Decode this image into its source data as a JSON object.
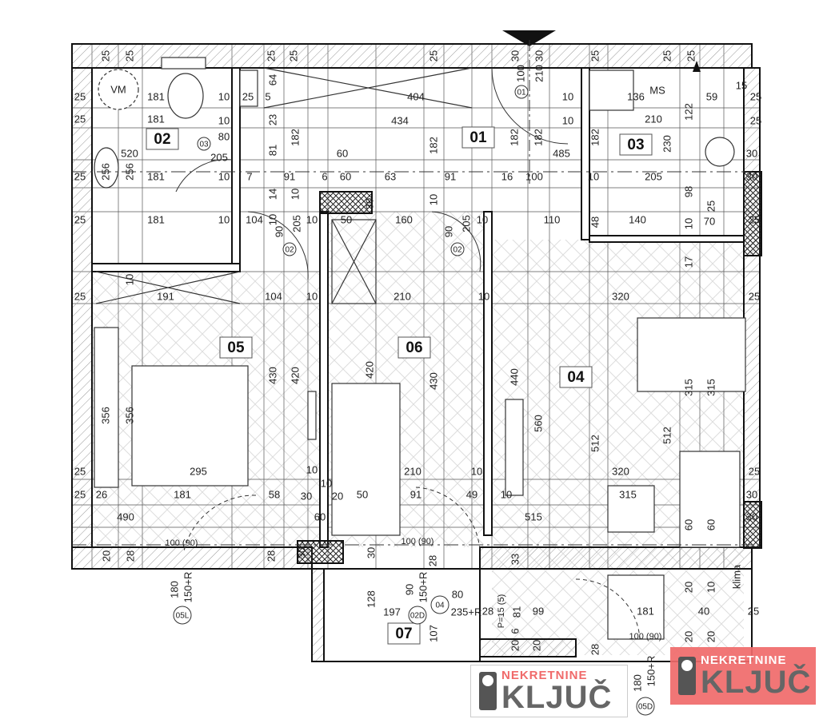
{
  "colors": {
    "wall": "#111111",
    "hatch": "#888888",
    "logo_red": "#f06a6a",
    "logo_grey": "#666666"
  },
  "rooms": {
    "r01": "01",
    "r02": "02",
    "r03": "03",
    "r04": "04",
    "r05": "05",
    "r06": "06",
    "r07": "07"
  },
  "fixtures": {
    "washing_machine": "VM",
    "dishwasher": "MS",
    "klima": "klima"
  },
  "tags": {
    "door_01": "01",
    "door_03": "03",
    "door_02a": "02",
    "door_02b": "02",
    "window_05L": "05L",
    "window_02D": "02D",
    "window_05D": "05D",
    "window_04": "04"
  },
  "dims": [
    "25",
    "25",
    "25",
    "25",
    "25",
    "30",
    "30",
    "25",
    "25",
    "25",
    "25",
    "181",
    "10",
    "25",
    "5",
    "64",
    "404",
    "100",
    "210",
    "10",
    "136",
    "59",
    "15",
    "25",
    "25",
    "181",
    "10",
    "23",
    "434",
    "10",
    "210",
    "122",
    "25",
    "182",
    "81",
    "80",
    "205",
    "520",
    "60",
    "182",
    "182",
    "182",
    "485",
    "182",
    "230",
    "30",
    "25",
    "256",
    "256",
    "181",
    "10",
    "7",
    "91",
    "6",
    "60",
    "63",
    "91",
    "16",
    "100",
    "10",
    "205",
    "30",
    "14",
    "10",
    "30",
    "10",
    "98",
    "25",
    "181",
    "10",
    "104",
    "10",
    "90",
    "205",
    "10",
    "50",
    "160",
    "90",
    "205",
    "10",
    "110",
    "48",
    "140",
    "10",
    "25",
    "70",
    "25",
    "10",
    "17",
    "25",
    "191",
    "104",
    "10",
    "210",
    "10",
    "320",
    "25",
    "430",
    "420",
    "420",
    "430",
    "440",
    "315",
    "315",
    "356",
    "356",
    "560",
    "512",
    "512",
    "25",
    "295",
    "10",
    "210",
    "10",
    "320",
    "25",
    "25",
    "26",
    "181",
    "58",
    "30",
    "10",
    "20",
    "50",
    "91",
    "49",
    "10",
    "315",
    "30",
    "490",
    "60",
    "515",
    "60",
    "60",
    "30",
    "100 (90)",
    "100 (90)",
    "20",
    "28",
    "28",
    "30",
    "30",
    "28",
    "33",
    "20",
    "10",
    "180",
    "150+R",
    "128",
    "90",
    "150+R",
    "80",
    "235+R",
    "197",
    "P=15 (5)",
    "81",
    "99",
    "28",
    "181",
    "40",
    "25",
    "107",
    "6",
    "20",
    "20",
    "20",
    "20",
    "100 (90)",
    "28",
    "180",
    "150+R"
  ],
  "watermark": {
    "line1": "NEKRETNINE",
    "line2": "KLJUČ"
  }
}
